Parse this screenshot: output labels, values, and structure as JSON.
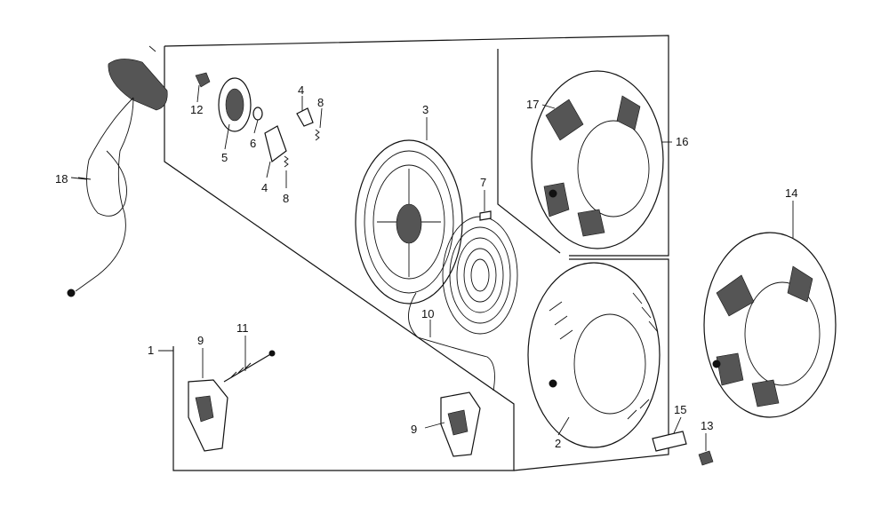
{
  "labels": {
    "n1": "1",
    "n2": "2",
    "n3": "3",
    "n4a": "4",
    "n4b": "4",
    "n5": "5",
    "n6": "6",
    "n7": "7",
    "n8a": "8",
    "n8b": "8",
    "n9a": "9",
    "n9b": "9",
    "n10": "10",
    "n11": "11",
    "n12": "12",
    "n13": "13",
    "n14": "14",
    "n15": "15",
    "n16": "16",
    "n17": "17",
    "n18": "18"
  }
}
